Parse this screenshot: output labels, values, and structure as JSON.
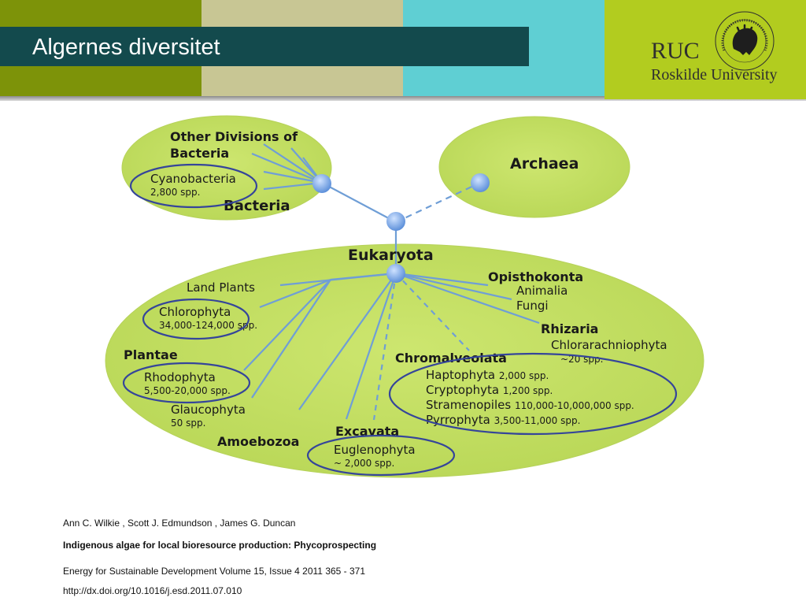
{
  "slide": {
    "title": "Algernes diversitet",
    "band_colors": [
      "#7d9309",
      "#c8c694",
      "#5fcfd3",
      "#b2cc1f"
    ],
    "title_bar_color": "#134a4d"
  },
  "logo": {
    "abbrev": "RUC",
    "name": "Roskilde University",
    "seal_text": "UNIVERSITAS ROSKILDENSIS IN TRANQUILLO MORS IN FLUCTU VITA"
  },
  "diagram": {
    "colors": {
      "ellipse_fill": "#c3dc63",
      "ellipse_edge": "#b6d25a",
      "line": "#6f9ed6",
      "node": "#7fb0ee",
      "circle": "#35459a"
    },
    "bacteria": {
      "heading": "Other Divisions of Bacteria",
      "heading_line1": "Other Divisions of",
      "heading_line2": "Bacteria",
      "cyano_name": "Cyanobacteria",
      "cyano_spp": "2,800 spp.",
      "label": "Bacteria"
    },
    "archaea": {
      "label": "Archaea"
    },
    "eukaryota": {
      "label": "Eukaryota",
      "land_plants": "Land Plants",
      "chlorophyta": "Chlorophyta",
      "chlorophyta_spp": "34,000-124,000 spp.",
      "plantae": "Plantae",
      "rhodophyta": "Rhodophyta",
      "rhodophyta_spp": "5,500-20,000 spp.",
      "glaucophyta": "Glaucophyta",
      "glaucophyta_spp": "50 spp.",
      "amoebozoa": "Amoebozoa",
      "excavata": "Excavata",
      "euglenophyta": "Euglenophyta",
      "euglenophyta_spp": "~ 2,000 spp.",
      "opisthokonta": "Opisthokonta",
      "animalia": "Animalia",
      "fungi": "Fungi",
      "rhizaria": "Rhizaria",
      "chlorarachniophyta": "Chlorarachniophyta",
      "chlorarachniophyta_spp": "~20 spp.",
      "chromalveolata": "Chromalveolata",
      "haptophyta": "Haptophyta",
      "haptophyta_spp": "2,000 spp.",
      "cryptophyta": "Cryptophyta",
      "cryptophyta_spp": "1,200 spp.",
      "stramenopiles": "Stramenopiles",
      "stramenopiles_spp": "110,000-10,000,000 spp.",
      "pyrrophyta": "Pyrrophyta",
      "pyrrophyta_spp": "3,500-11,000 spp."
    }
  },
  "reference": {
    "authors": "Ann C.  Wilkie , Scott J.  Edmundson , James G.  Duncan",
    "title": "Indigenous algae for local bioresource production: Phycoprospecting",
    "journal": "Energy for Sustainable Development Volume 15, Issue 4 2011 365 - 371",
    "doi": "http://dx.doi.org/10.1016/j.esd.2011.07.010"
  }
}
